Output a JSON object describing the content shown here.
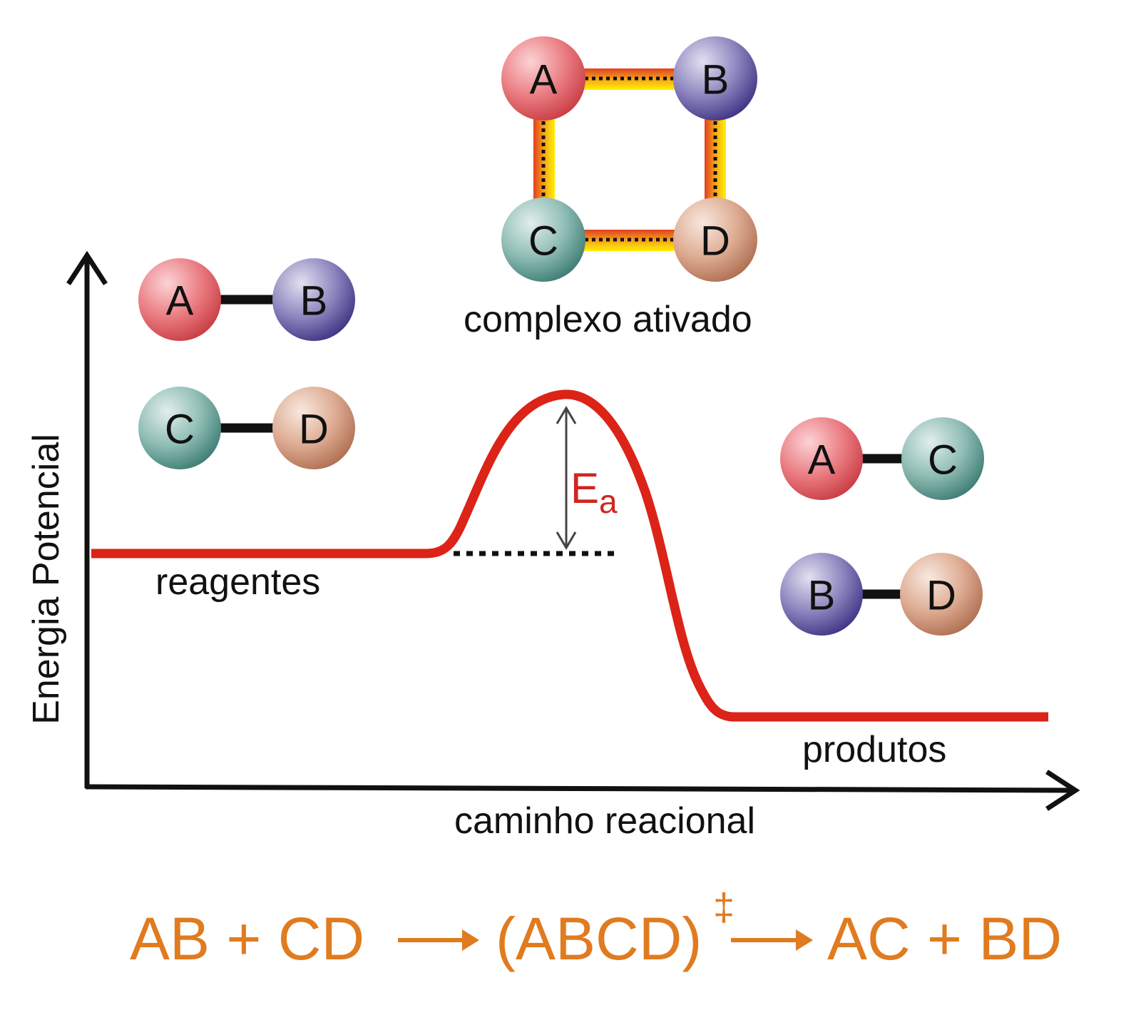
{
  "axes": {
    "y_label": "Energia Potencial",
    "x_label": "caminho reacional"
  },
  "labels": {
    "reactants": "reagentes",
    "products": "produtos",
    "complex": "complexo ativado",
    "ea_main": "E",
    "ea_sub": "a"
  },
  "atoms": {
    "reactants": [
      "A",
      "B",
      "C",
      "D"
    ],
    "complex": [
      "A",
      "B",
      "C",
      "D"
    ],
    "products": [
      "A",
      "C",
      "B",
      "D"
    ]
  },
  "equation": {
    "reactants": "AB + CD",
    "complex": "(ABCD)",
    "dagger": "‡",
    "products": "AC + BD"
  },
  "colors": {
    "curve": "#dc2318",
    "equation": "#e07b1f",
    "A": "#e0545c",
    "B": "#5a4f9a",
    "C": "#5f9e95",
    "D": "#c8876a"
  }
}
